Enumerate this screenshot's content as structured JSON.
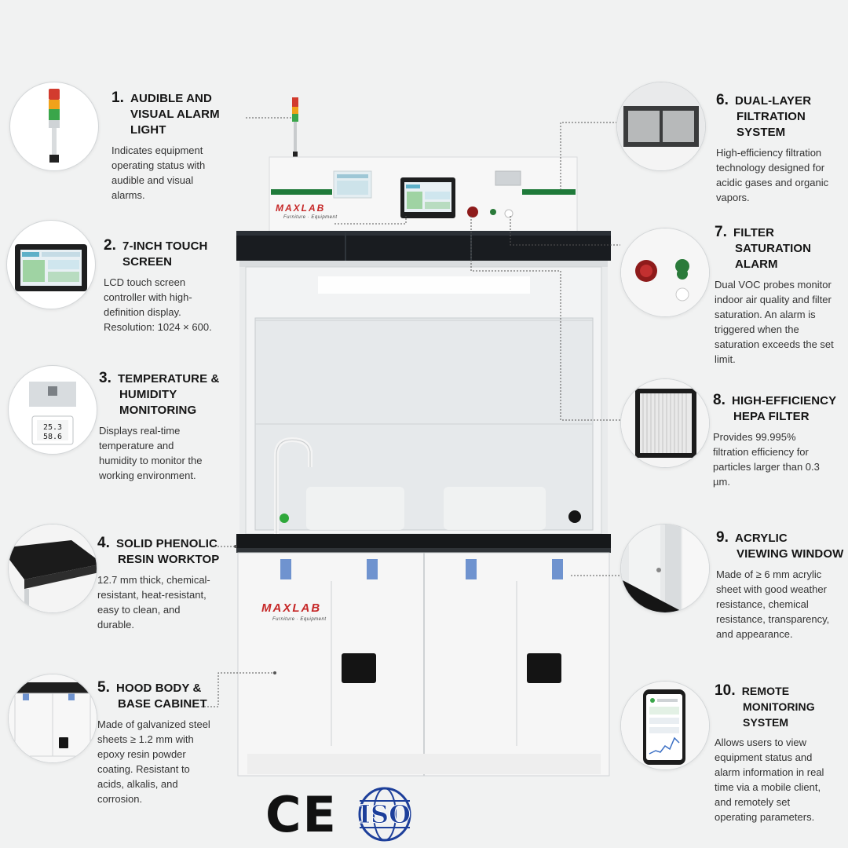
{
  "features": [
    {
      "num": "1.",
      "title_line1": "AUDIBLE AND",
      "title_line2": "VISUAL ALARM LIGHT",
      "desc": "Indicates equipment operating status with audible and visual alarms.",
      "icon": "alarm-light-icon"
    },
    {
      "num": "2.",
      "title_line1": "7-INCH TOUCH",
      "title_line2": "SCREEN",
      "desc": "LCD touch screen controller with high-definition display. Resolution: 1024 × 600.",
      "icon": "touch-screen-icon"
    },
    {
      "num": "3.",
      "title_line1": "TEMPERATURE &",
      "title_line2": "HUMIDITY",
      "title_line3": "MONITORING",
      "desc": "Displays real-time temperature and humidity to monitor the working environment.",
      "icon": "thermo-hygrometer-icon"
    },
    {
      "num": "4.",
      "title_line1": "SOLID PHENOLIC",
      "title_line2": "RESIN WORKTOP",
      "desc": "12.7 mm thick, chemical-resistant, heat-resistant, easy to clean, and durable.",
      "icon": "worktop-icon"
    },
    {
      "num": "5.",
      "title_line1": "HOOD BODY &",
      "title_line2": "BASE CABINET",
      "desc": "Made of galvanized steel sheets ≥ 1.2 mm with epoxy resin powder coating. Resistant to acids, alkalis, and corrosion.",
      "icon": "cabinet-icon"
    },
    {
      "num": "6.",
      "title_line1": "DUAL-LAYER",
      "title_line2": "FILTRATION SYSTEM",
      "desc": "High-efficiency filtration technology designed for acidic gases and organic vapors.",
      "icon": "filter-icon"
    },
    {
      "num": "7.",
      "title_line1": "FILTER",
      "title_line2": "SATURATION ALARM",
      "desc": "Dual VOC probes monitor indoor air quality and filter saturation. An alarm is triggered when the saturation exceeds the set limit.",
      "icon": "indicator-lights-icon"
    },
    {
      "num": "8.",
      "title_line1": "HIGH-EFFICIENCY",
      "title_line2": "HEPA FILTER",
      "desc": "Provides 99.995% filtration efficiency for particles larger than 0.3 µm.",
      "icon": "hepa-filter-icon"
    },
    {
      "num": "9.",
      "title_line1": "ACRYLIC",
      "title_line2": "VIEWING WINDOW",
      "desc": "Made of ≥ 6 mm acrylic sheet with good weather resistance, chemical resistance, transparency, and appearance.",
      "icon": "window-icon"
    },
    {
      "num": "10.",
      "title_line1": "REMOTE",
      "title_line2": "MONITORING SYSTEM",
      "desc": "Allows users to view equipment status and alarm information in real time via a mobile client, and remotely set operating parameters.",
      "icon": "mobile-phone-icon"
    }
  ],
  "hood": {
    "brand": "MAXLAB",
    "brand_tagline": "Furniture · Equipment",
    "panel_brand": "MAXLAB",
    "panel_tagline": "Furniture · Equipment"
  },
  "display_readout": {
    "temperature": "25.3",
    "humidity": "58.6"
  },
  "certifications": {
    "ce": "CE",
    "iso": "ISO"
  },
  "colors": {
    "accent_green": "#1f7a3a",
    "brand_red": "#c62828",
    "iso_blue": "#1d3f9a",
    "handle_blue": "#6f93cf"
  }
}
